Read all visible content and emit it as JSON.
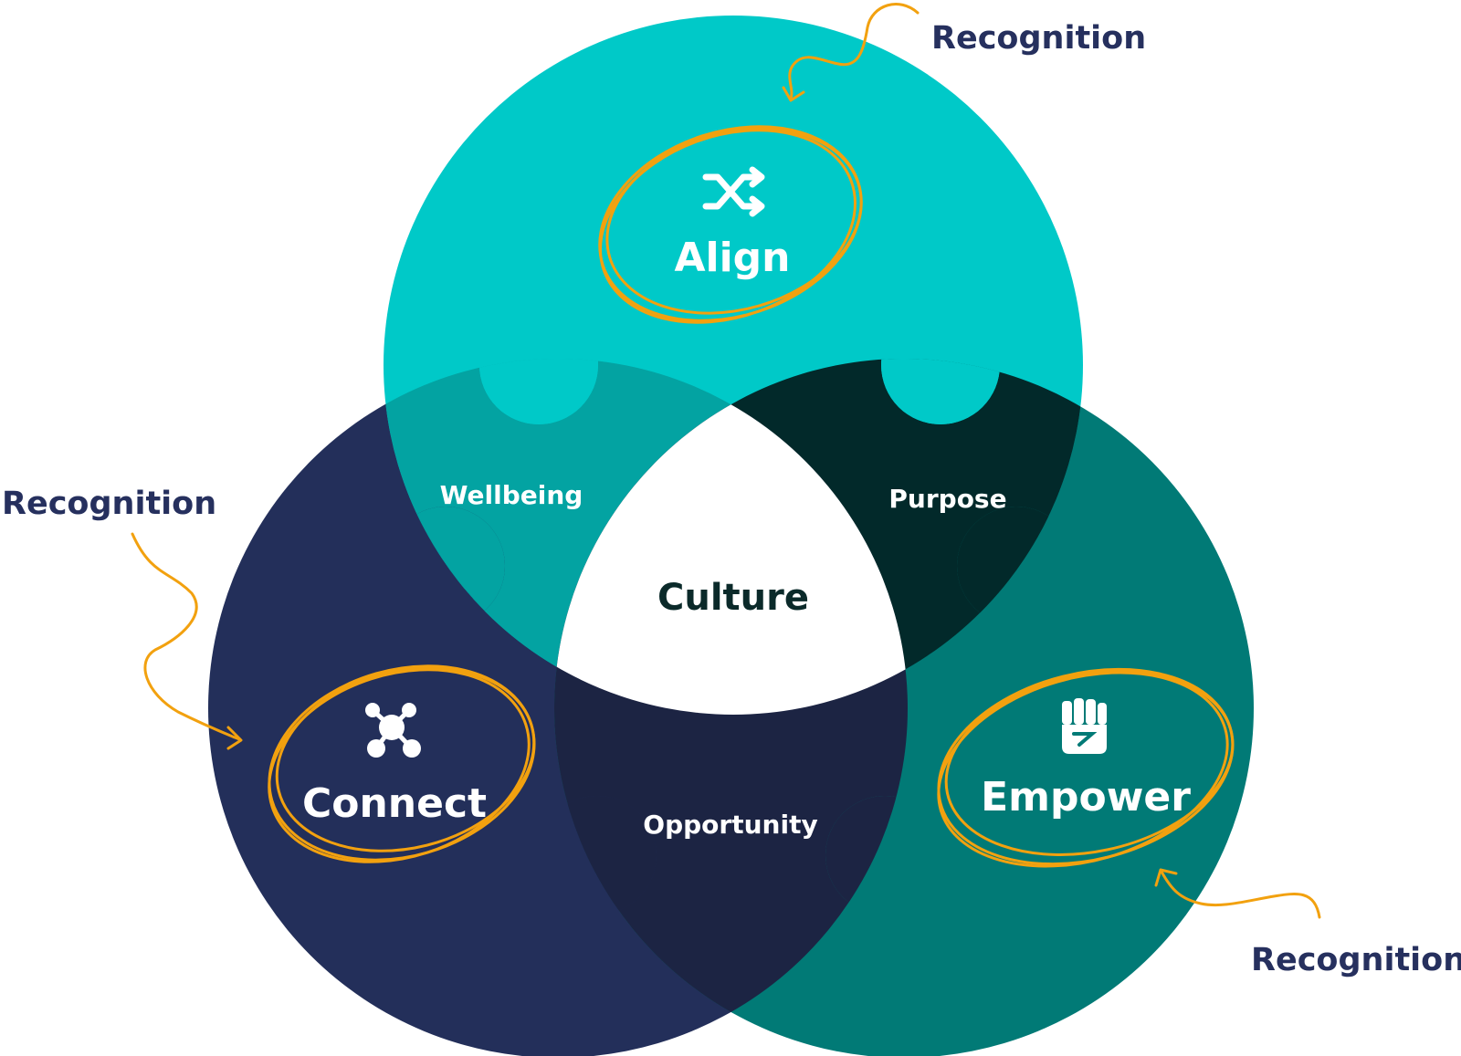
{
  "circles": [
    {
      "name": "Align",
      "color": "#00c9c8"
    },
    {
      "name": "Connect",
      "color": "#232f5a"
    },
    {
      "name": "Empower",
      "color": "#017a76"
    }
  ],
  "overlaps": {
    "wellbeing": {
      "label": "Wellbeing",
      "color": "#03a3a2"
    },
    "purpose": {
      "label": "Purpose",
      "color": "#02292a"
    },
    "opportunity": {
      "label": "Opportunity",
      "color": "#1c2443"
    }
  },
  "center": {
    "label": "Culture",
    "color": "#ffffff"
  },
  "annotations": {
    "recognition_top": "Recognition",
    "recognition_left": "Recognition",
    "recognition_bottom": "Recognition"
  },
  "icons": {
    "align": "shuffle-icon",
    "connect": "network-icon",
    "empower": "raised-fist-icon"
  },
  "accent_color": "#f2a10f",
  "text_color": "#26305e"
}
